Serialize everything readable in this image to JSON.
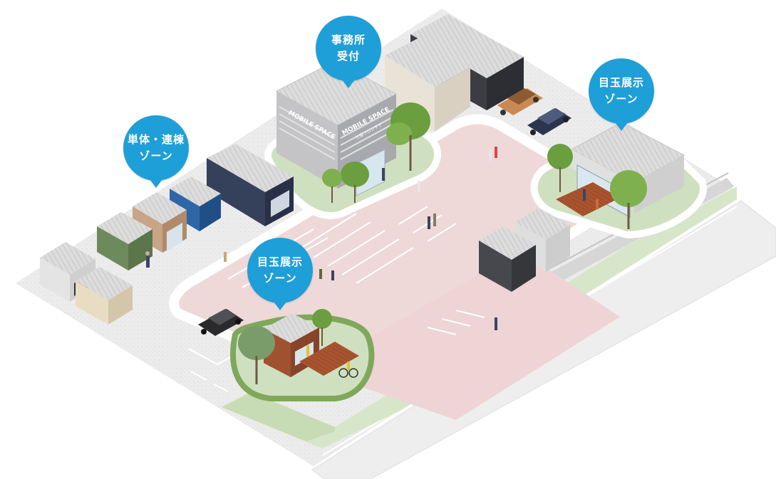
{
  "zones": [
    {
      "id": "office",
      "lines": [
        "事務所",
        "受付"
      ]
    },
    {
      "id": "single",
      "lines": [
        "単体・連棟",
        "ゾーン"
      ]
    },
    {
      "id": "featured-right",
      "lines": [
        "目玉展示",
        "ゾーン"
      ]
    },
    {
      "id": "featured-center",
      "lines": [
        "目玉展示",
        "ゾーン"
      ]
    }
  ],
  "signage": {
    "brand": "MOBILE SPACE",
    "by": "by",
    "company": "三協フロンテア"
  },
  "colors": {
    "bubble": "#1f9fd8",
    "pavement": "#efd9d9",
    "gravel": "#e9e9e9",
    "grass": "#cfe0c0",
    "tree": "#6a9e3e",
    "deck": "#a5522f"
  }
}
